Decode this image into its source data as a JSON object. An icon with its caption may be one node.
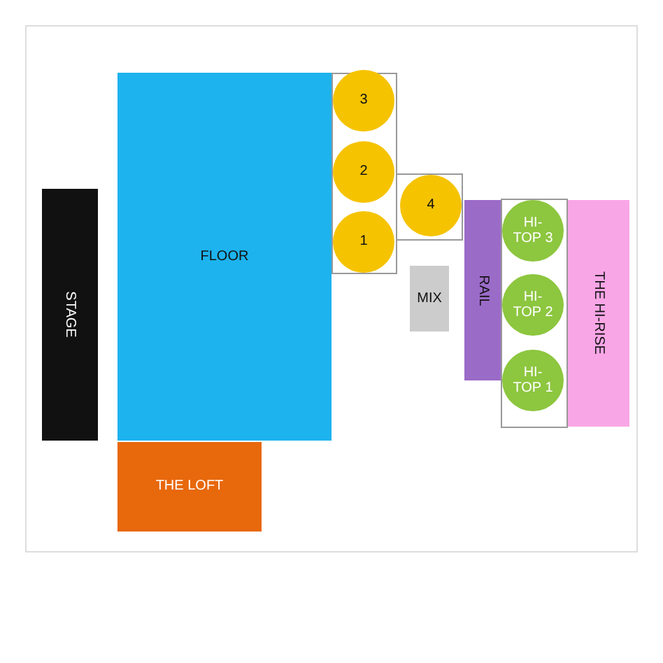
{
  "diagram": {
    "nodes": [
      {
        "text": [
          "STAGE"
        ]
      },
      {
        "text": [
          "FLOOR"
        ]
      },
      {
        "text": [
          "THE LOFT"
        ]
      },
      {
        "text": [
          "3"
        ]
      },
      {
        "text": [
          "2"
        ]
      },
      {
        "text": [
          "1"
        ]
      },
      {
        "text": [
          "4"
        ]
      },
      {
        "text": [
          "MIX"
        ]
      },
      {
        "text": [
          "RAIL"
        ]
      },
      {
        "text": [
          "HI-TOP 3"
        ]
      },
      {
        "text": [
          "HI-TOP 2"
        ]
      },
      {
        "text": [
          "HI-TOP 1"
        ]
      },
      {
        "text": [
          "THE HI-RISE"
        ]
      }
    ]
  }
}
